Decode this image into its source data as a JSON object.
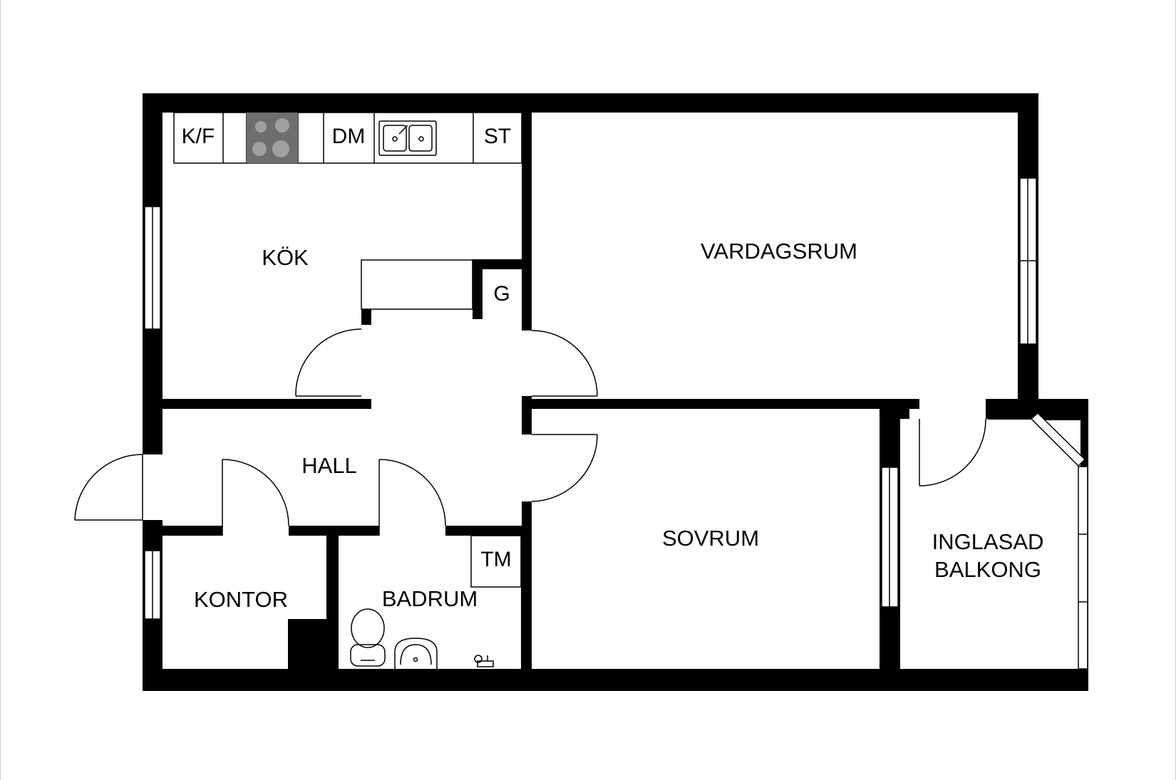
{
  "rooms": {
    "kok": "KÖK",
    "vardagsrum": "VARDAGSRUM",
    "hall": "HALL",
    "sovrum": "SOVRUM",
    "kontor": "KONTOR",
    "badrum": "BADRUM",
    "balkong_line1": "INGLASAD",
    "balkong_line2": "BALKONG"
  },
  "fixtures": {
    "kf": "K/F",
    "dm": "DM",
    "st": "ST",
    "g": "G",
    "tm": "TM"
  },
  "colors": {
    "wall": "#000000",
    "floor": "#ffffff",
    "stove": "#6e6e6e",
    "burner": "#a0a0a0"
  },
  "icons": {
    "stove": "stove-icon",
    "sink": "kitchen-sink-icon",
    "toilet": "toilet-icon",
    "washbasin": "washbasin-icon",
    "faucet": "faucet-icon"
  }
}
